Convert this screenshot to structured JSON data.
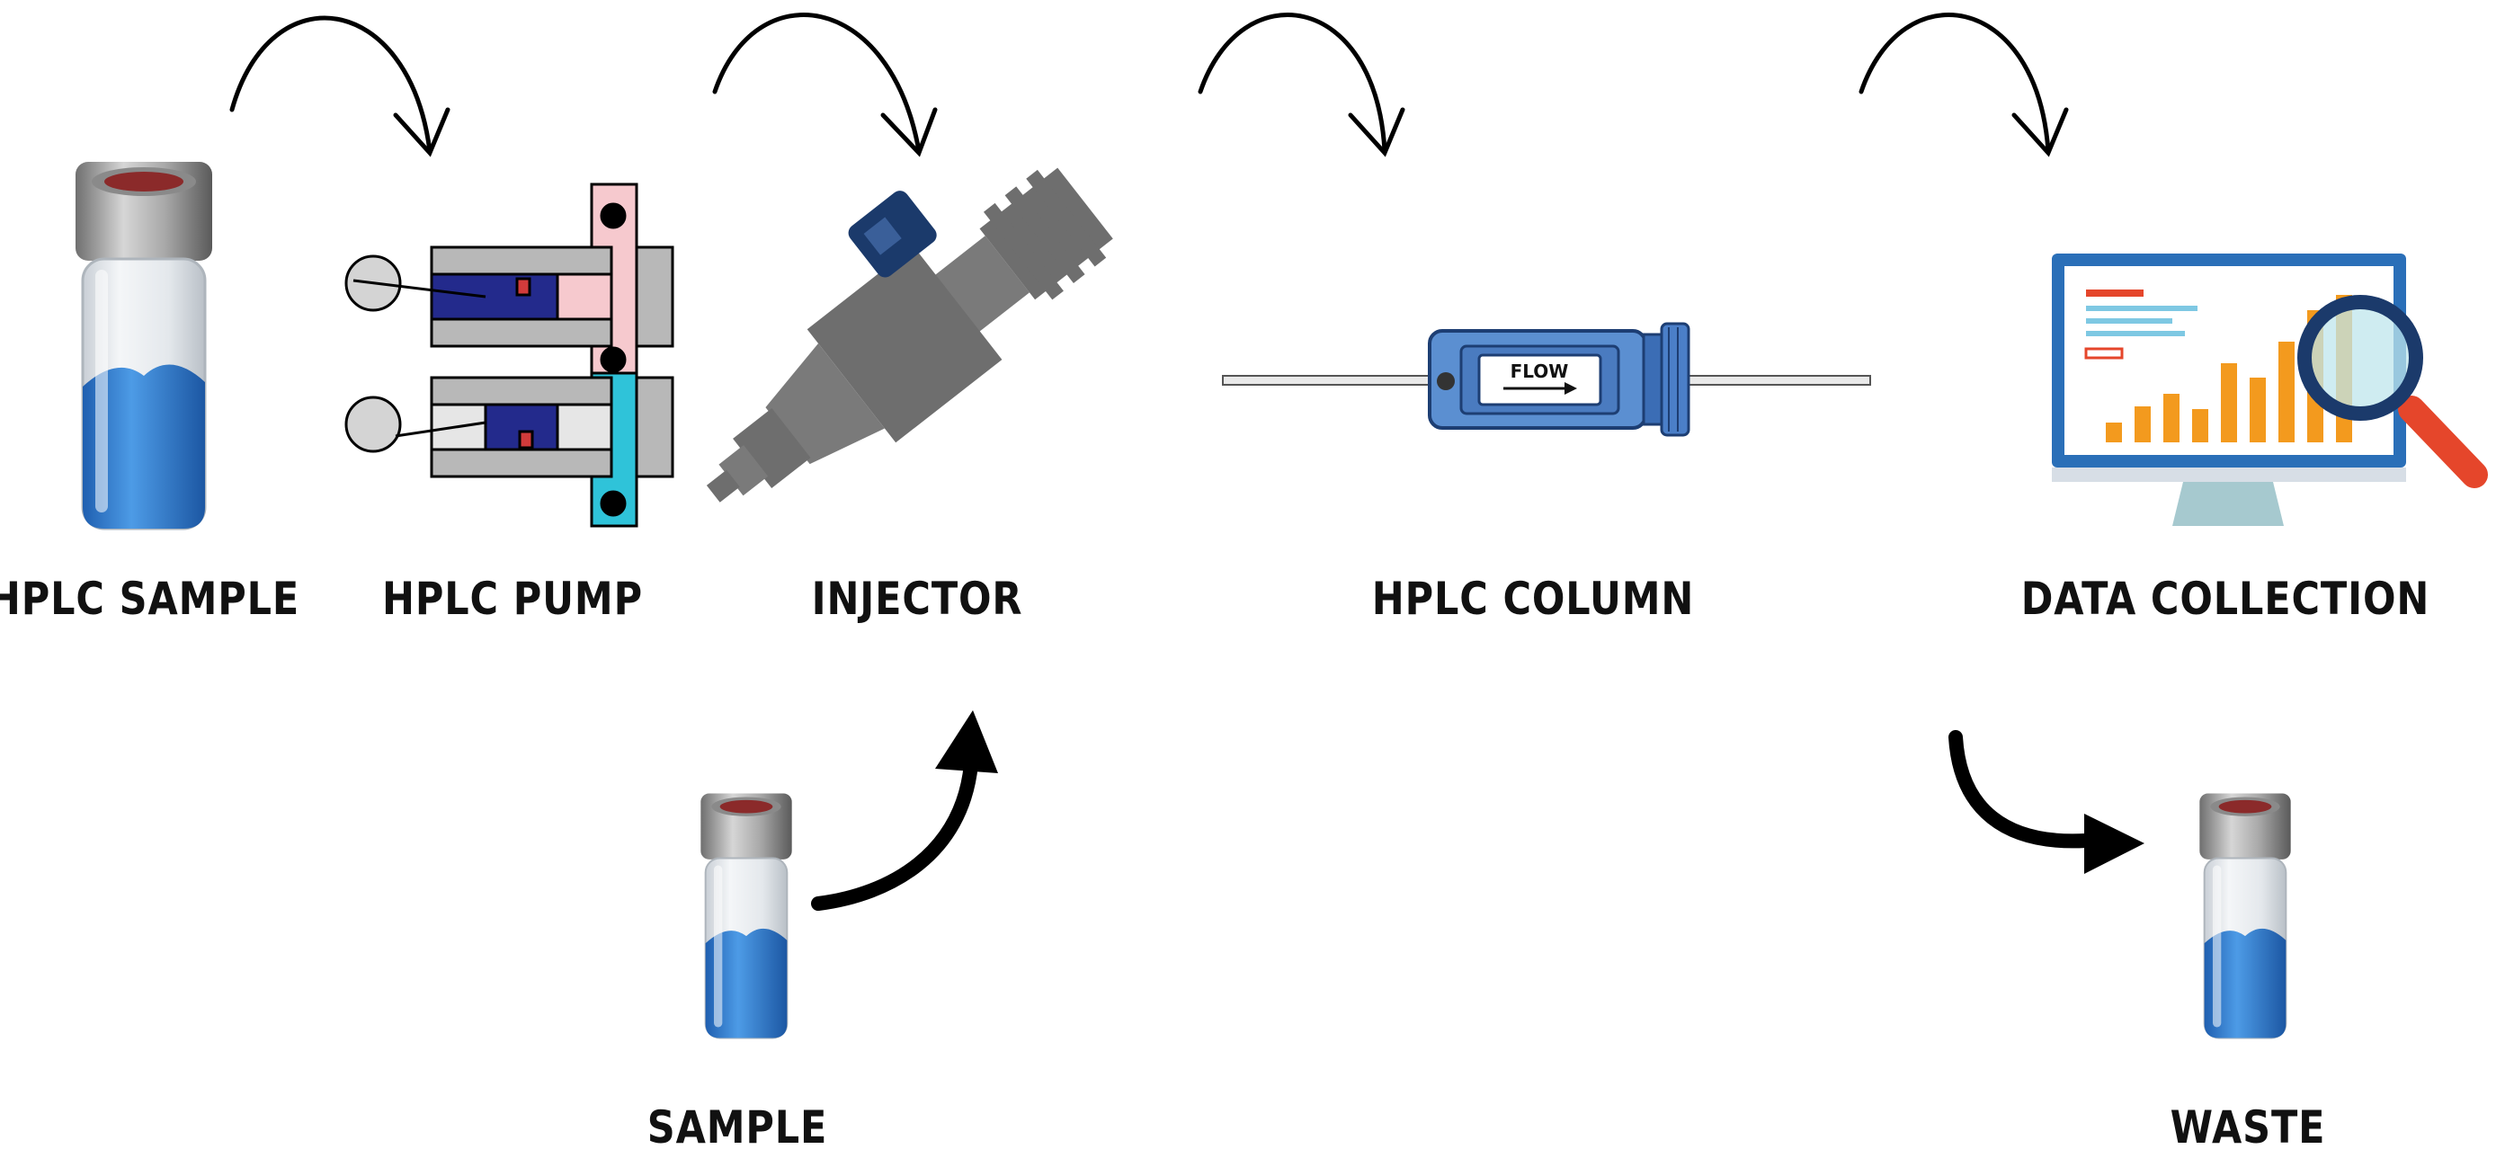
{
  "diagram": {
    "labels": {
      "hplc_sample": "HPLC SAMPLE",
      "hplc_pump": "HPLC PUMP",
      "injector": "INJECTOR",
      "hplc_column": "HPLC COLUMN",
      "data_collection": "DATA COLLECTION",
      "sample": "SAMPLE",
      "waste": "WASTE"
    },
    "column_flow_text": "FLOW",
    "colors": {
      "liquid_blue": "#3a86d6",
      "pump_dark_blue": "#232a8c",
      "pump_pink": "#f6c9ce",
      "pump_cyan": "#2fc3d9",
      "injector_gray": "#6e6e6e",
      "injector_navy": "#1b3a6b",
      "column_blue": "#5b8fd1",
      "chart_orange": "#f39a1e",
      "monitor_frame": "#2a6fb8",
      "magnifier_red": "#e5462b"
    }
  }
}
